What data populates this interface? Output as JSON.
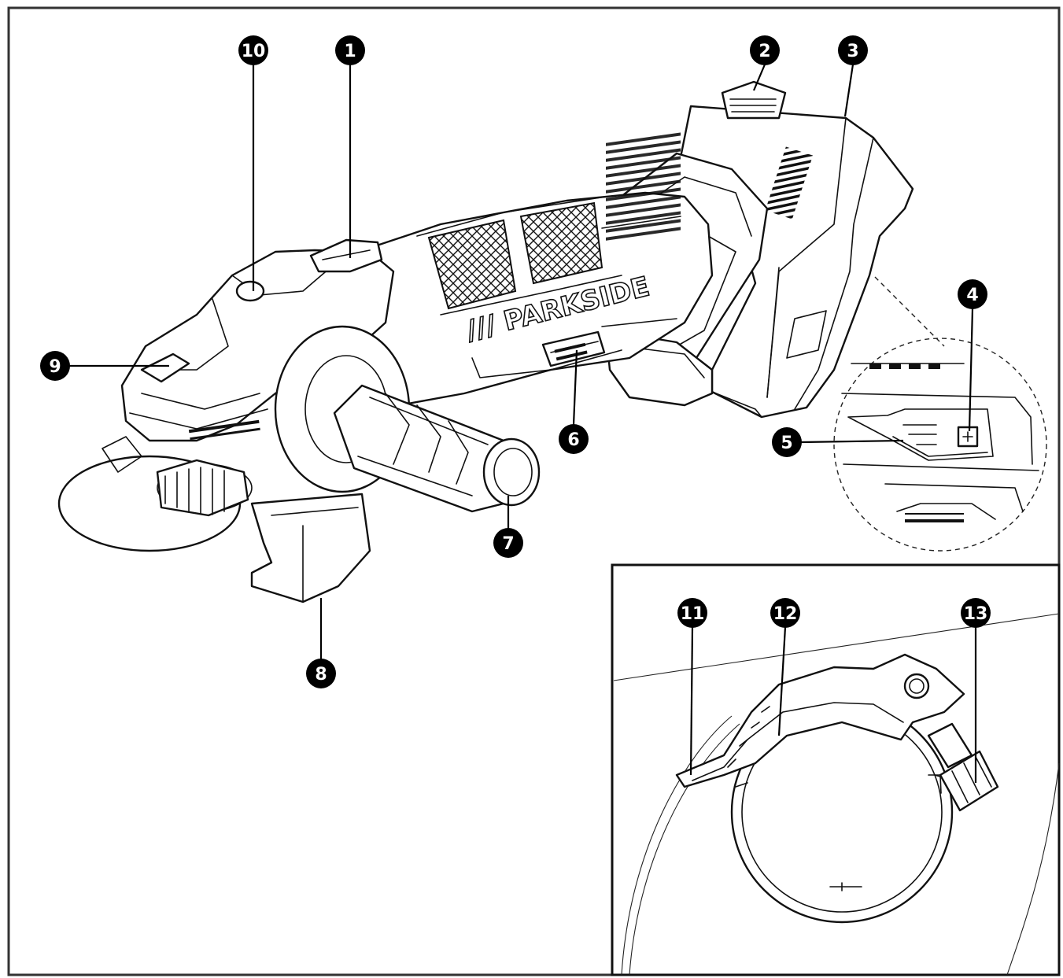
{
  "brand_text": "/// PARKSIDE",
  "callouts": [
    "1",
    "2",
    "3",
    "4",
    "5",
    "6",
    "7",
    "8",
    "9",
    "10",
    "11",
    "12",
    "13"
  ],
  "colors": {
    "line": "#111111",
    "badge": "#000000",
    "background": "#ffffff"
  }
}
